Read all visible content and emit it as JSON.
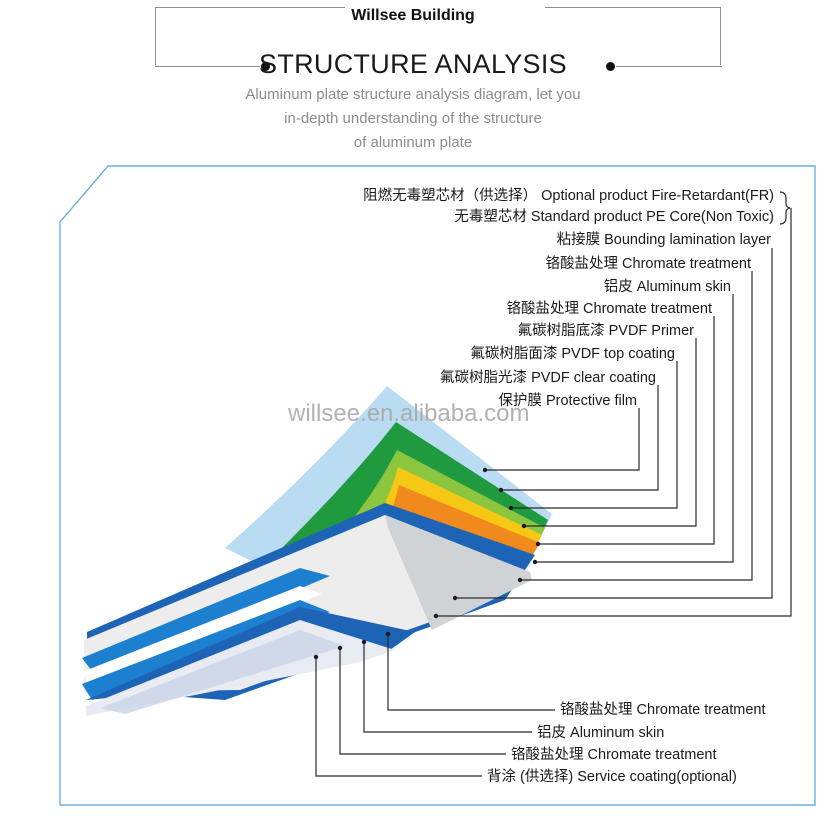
{
  "brand": "Willsee  Building",
  "heading": "STRUCTURE ANALYSIS",
  "subtitle_lines": [
    "Aluminum plate structure analysis diagram, let you",
    "in-depth understanding of the structure",
    "of aluminum plate"
  ],
  "watermark": "willsee.en.alibaba.com",
  "top_labels": [
    "阻燃无毒塑芯材（供选择） Optional product Fire-Retardant(FR)",
    "无毒塑芯材 Standard product PE Core(Non Toxic)",
    "粘接膜 Bounding lamination layer",
    "铬酸盐处理 Chromate treatment",
    "铝皮 Aluminum  skin",
    "铬酸盐处理 Chromate treatment",
    "氟碳树脂底漆 PVDF Primer",
    "氟碳树脂面漆 PVDF top coating",
    "氟碳树脂光漆 PVDF clear coating",
    "保护膜 Protective film"
  ],
  "bottom_labels": [
    "铬酸盐处理 Chromate  treatment",
    "铝皮 Aluminum  skin",
    "铬酸盐处理 Chromate  treatment",
    "背涂 (供选择) Service  coating(optional)"
  ],
  "layer_colors": {
    "protective_film": "#b9dcf2",
    "clear_coating": "#1f9a3e",
    "top_coating": "#8cc63e",
    "primer": "#f6c816",
    "chromate_top": "#f08a1c",
    "aluminum_top": "#1d64b6",
    "core": "#ededed",
    "aluminum_bottom": "#1d64b6",
    "panel_border": "#6ab0e0"
  }
}
